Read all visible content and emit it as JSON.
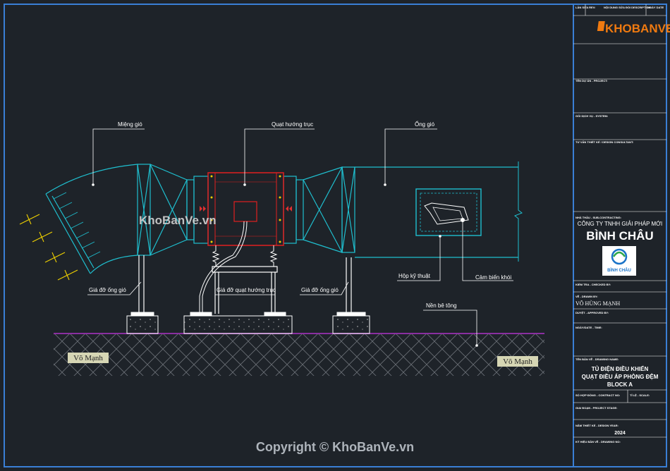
{
  "brand": {
    "logo_text": "KHOBANVE",
    "watermark": "KhoBanVe.vn",
    "copyright": "Copyright © KhoBanVe.vn"
  },
  "labels": {
    "mieng_gio": "Miệng gió",
    "quat": "Quạt hướng trục",
    "ong_gio": "Ống gió",
    "hop_ky_thuat": "Hộp kỹ thuật",
    "cam_bien": "Cảm biến khói",
    "gia_do_left": "Giá đỡ ống gió",
    "gia_do_quat": "Giá đỡ quạt hướng trục",
    "gia_do_right": "Giá đỡ ống gió",
    "nen_be_tong": "Nền bê tông",
    "vo_manh_left": "Võ Mạnh",
    "vo_manh_right": "Võ Mạnh"
  },
  "title_block": {
    "rev_label": "LẦN SỬA REV:",
    "desc_label": "NỘI DUNG SỬA ĐỔI DESCRIPTION",
    "date_label": "NGÀY DATE",
    "project_label": "TÊN DỰ ÁN - PROJECT:",
    "system_label": "GÓI DỊCH VỤ - SYSTEM:",
    "design_label": "TƯ VẤN THIẾT KẾ / DESIGN CONSULTANT:",
    "contractor_label": "NHÀ THẦU - SUB-CONTRACTING:",
    "company_line": "CÔNG TY TNHH GIẢI PHÁP MỚI",
    "company_name": "BÌNH CHÂU",
    "company_logo_text": "BÌNH CHÂU",
    "checked_label": "KIỂM TRA - CHECKED BY:",
    "drawn_label": "VẼ - DRAWN BY:",
    "drawn_value": "VÕ HÙNG MẠNH",
    "approved_label": "DUYỆT - APPROVED BY:",
    "date2_label": "NGÀY/DATE - TIME:",
    "drawing_title_label": "TÊN BẢN VẼ - DRAWING NAME:",
    "drawing_title": [
      "TỦ ĐIỆN ĐIỀU KHIỂN",
      "QUẠT ĐIỀU ÁP PHÒNG ĐỆM",
      "BLOCK A"
    ],
    "contract_label": "SỐ HỢP ĐỒNG - CONTRACT NO:",
    "scale_label": "TỈ LỆ - SCALE:",
    "job_label": "GIAI ĐOẠN - PROJECT STAGE:",
    "year_label": "NĂM THIẾT KẾ - DESIGN YEAR:",
    "year_value": "2024",
    "drawing_no_label": "KÝ HIỆU BẢN VẼ - DRAWING NO:"
  },
  "colors": {
    "background": "#1e2329",
    "frame": "#3a7fd5",
    "duct": "#1fbfcf",
    "fan": "#e02020",
    "leader": "#ffffff",
    "ground": "#8a2fa0",
    "label_box": "#d6d6b4",
    "fixture": "#f0d000"
  }
}
